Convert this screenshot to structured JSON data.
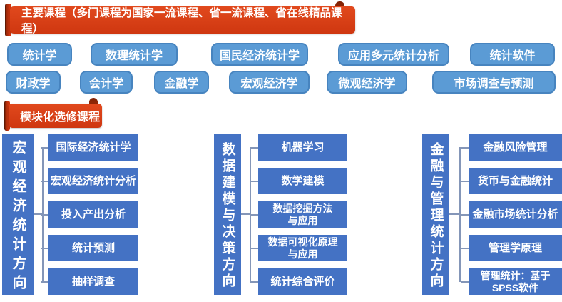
{
  "banners": {
    "main": "主要课程（多门课程为国家一流课程、省一流课程、省在线精品课程）",
    "elective": "模块化选修课程"
  },
  "main_courses": {
    "row1": [
      "统计学",
      "数理统计学",
      "国民经济统计学",
      "应用多元统计分析",
      "统计软件"
    ],
    "row2": [
      "财政学",
      "会计学",
      "金融学",
      "宏观经济学",
      "微观经济学",
      "市场调查与预测"
    ]
  },
  "modules": [
    {
      "title": "宏观经济统计方向",
      "courses": [
        "国际经济统计学",
        "宏观经济统计分析",
        "投入产出分析",
        "统计预测",
        "抽样调查"
      ]
    },
    {
      "title": "数据建模与决策方向",
      "courses": [
        "机器学习",
        "数学建模",
        "数据挖掘方法\n与应用",
        "数据可视化原理\n与应用",
        "统计综合评价"
      ]
    },
    {
      "title": "金融与管理统计方向",
      "courses": [
        "金融风险管理",
        "货币与金融统计",
        "金融市场统计分析",
        "管理学原理",
        "管理统计：基于\nSPSS软件"
      ]
    }
  ],
  "colors": {
    "ribbon_red": "#cf3710",
    "ribbon_red_light": "#e1491d",
    "ribbon_red_dark": "#7e2004",
    "light_blue": "#5b9bd5",
    "light_blue_border": "#4784bf",
    "dark_blue": "#4472c4",
    "connector": "#8496b8"
  }
}
